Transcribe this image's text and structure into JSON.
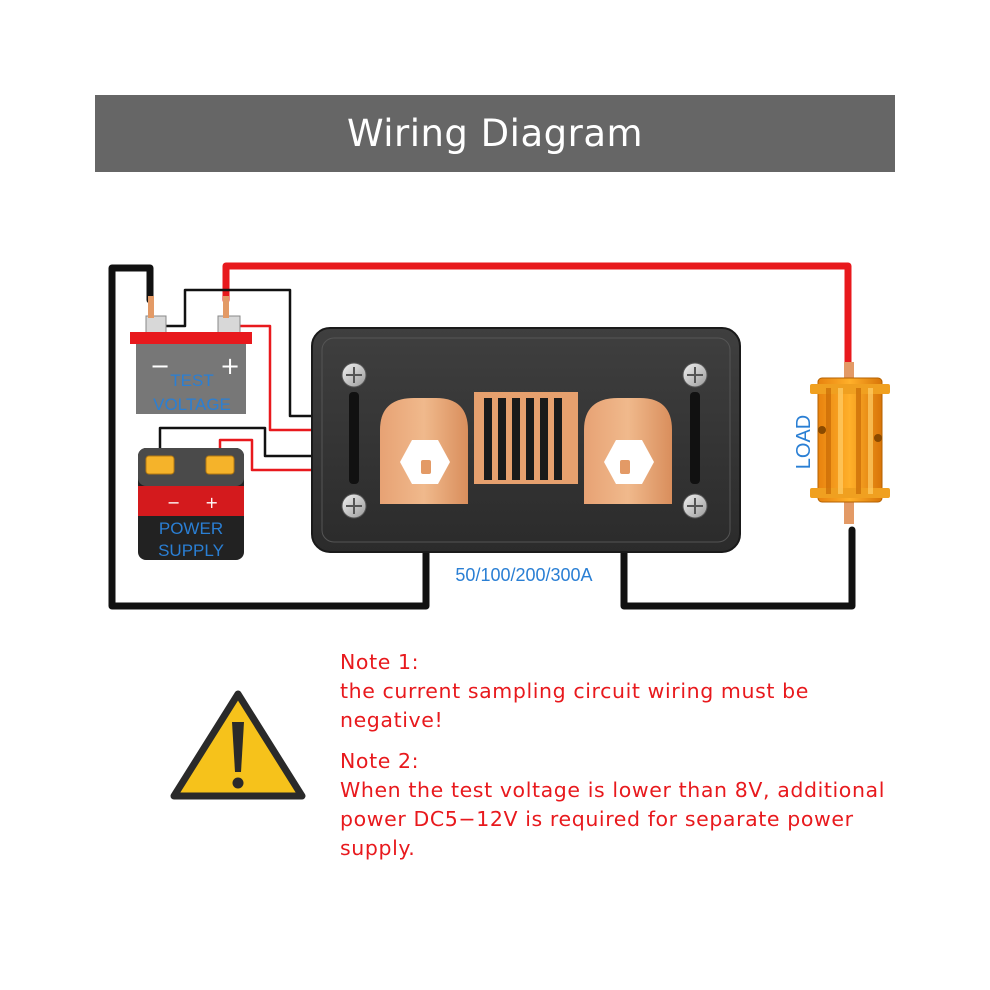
{
  "title": "Wiring Diagram",
  "labels": {
    "test_voltage_line1": "TEST",
    "test_voltage_line2": "VOLTAGE",
    "battery_minus": "−",
    "battery_plus": "+",
    "power_minus": "−",
    "power_plus": "+",
    "power_supply_line1": "POWER",
    "power_supply_line2": "SUPPLY",
    "load": "LOAD",
    "current_range": "50/100/200/300A"
  },
  "notes": [
    {
      "title": "Note 1:",
      "text": "the current sampling circuit wiring must be negative!"
    },
    {
      "title": "Note 2:",
      "text": "When the test voltage is lower than 8V, additional power DC5−12V is required for separate power supply."
    }
  ],
  "colors": {
    "header_bg": "#666666",
    "note_text": "#e8191d",
    "wire_red": "#e8191d",
    "wire_black": "#111111",
    "label_blue": "#2a7fd4",
    "warning_yellow": "#f6c21b"
  },
  "icons": {
    "warning": "warning-triangle-icon"
  }
}
